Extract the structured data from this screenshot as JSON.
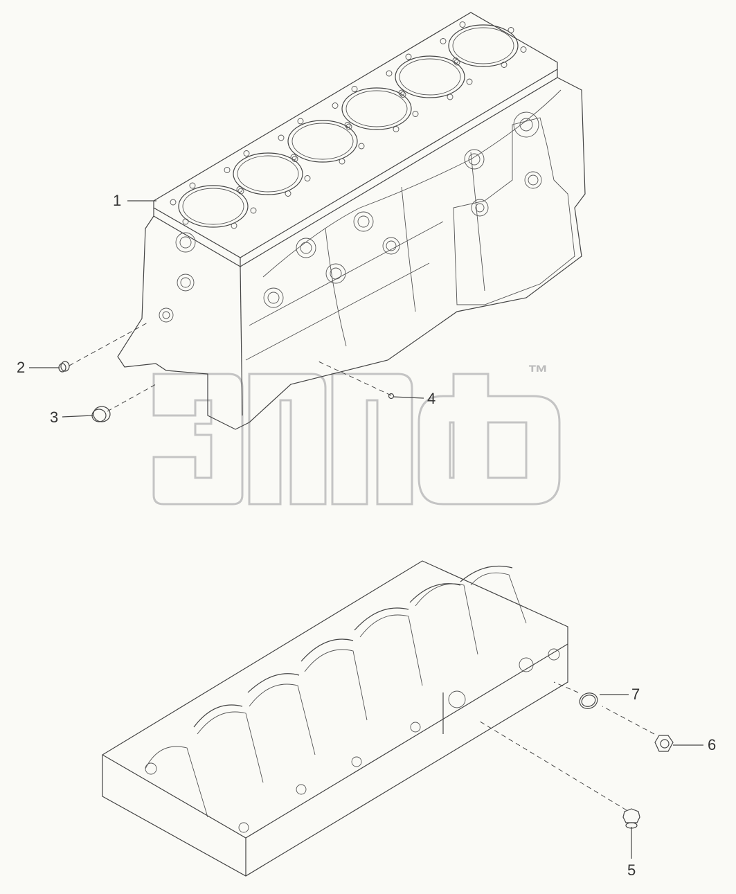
{
  "diagram": {
    "callouts": [
      {
        "id": "1",
        "label": "1"
      },
      {
        "id": "2",
        "label": "2"
      },
      {
        "id": "3",
        "label": "3"
      },
      {
        "id": "4",
        "label": "4"
      },
      {
        "id": "5",
        "label": "5"
      },
      {
        "id": "6",
        "label": "6"
      },
      {
        "id": "7",
        "label": "7"
      }
    ],
    "watermark": {
      "mark": "™"
    },
    "colors": {
      "line": "#444444",
      "watermark": "#bbbbbb",
      "background": "#fafaf6"
    }
  }
}
